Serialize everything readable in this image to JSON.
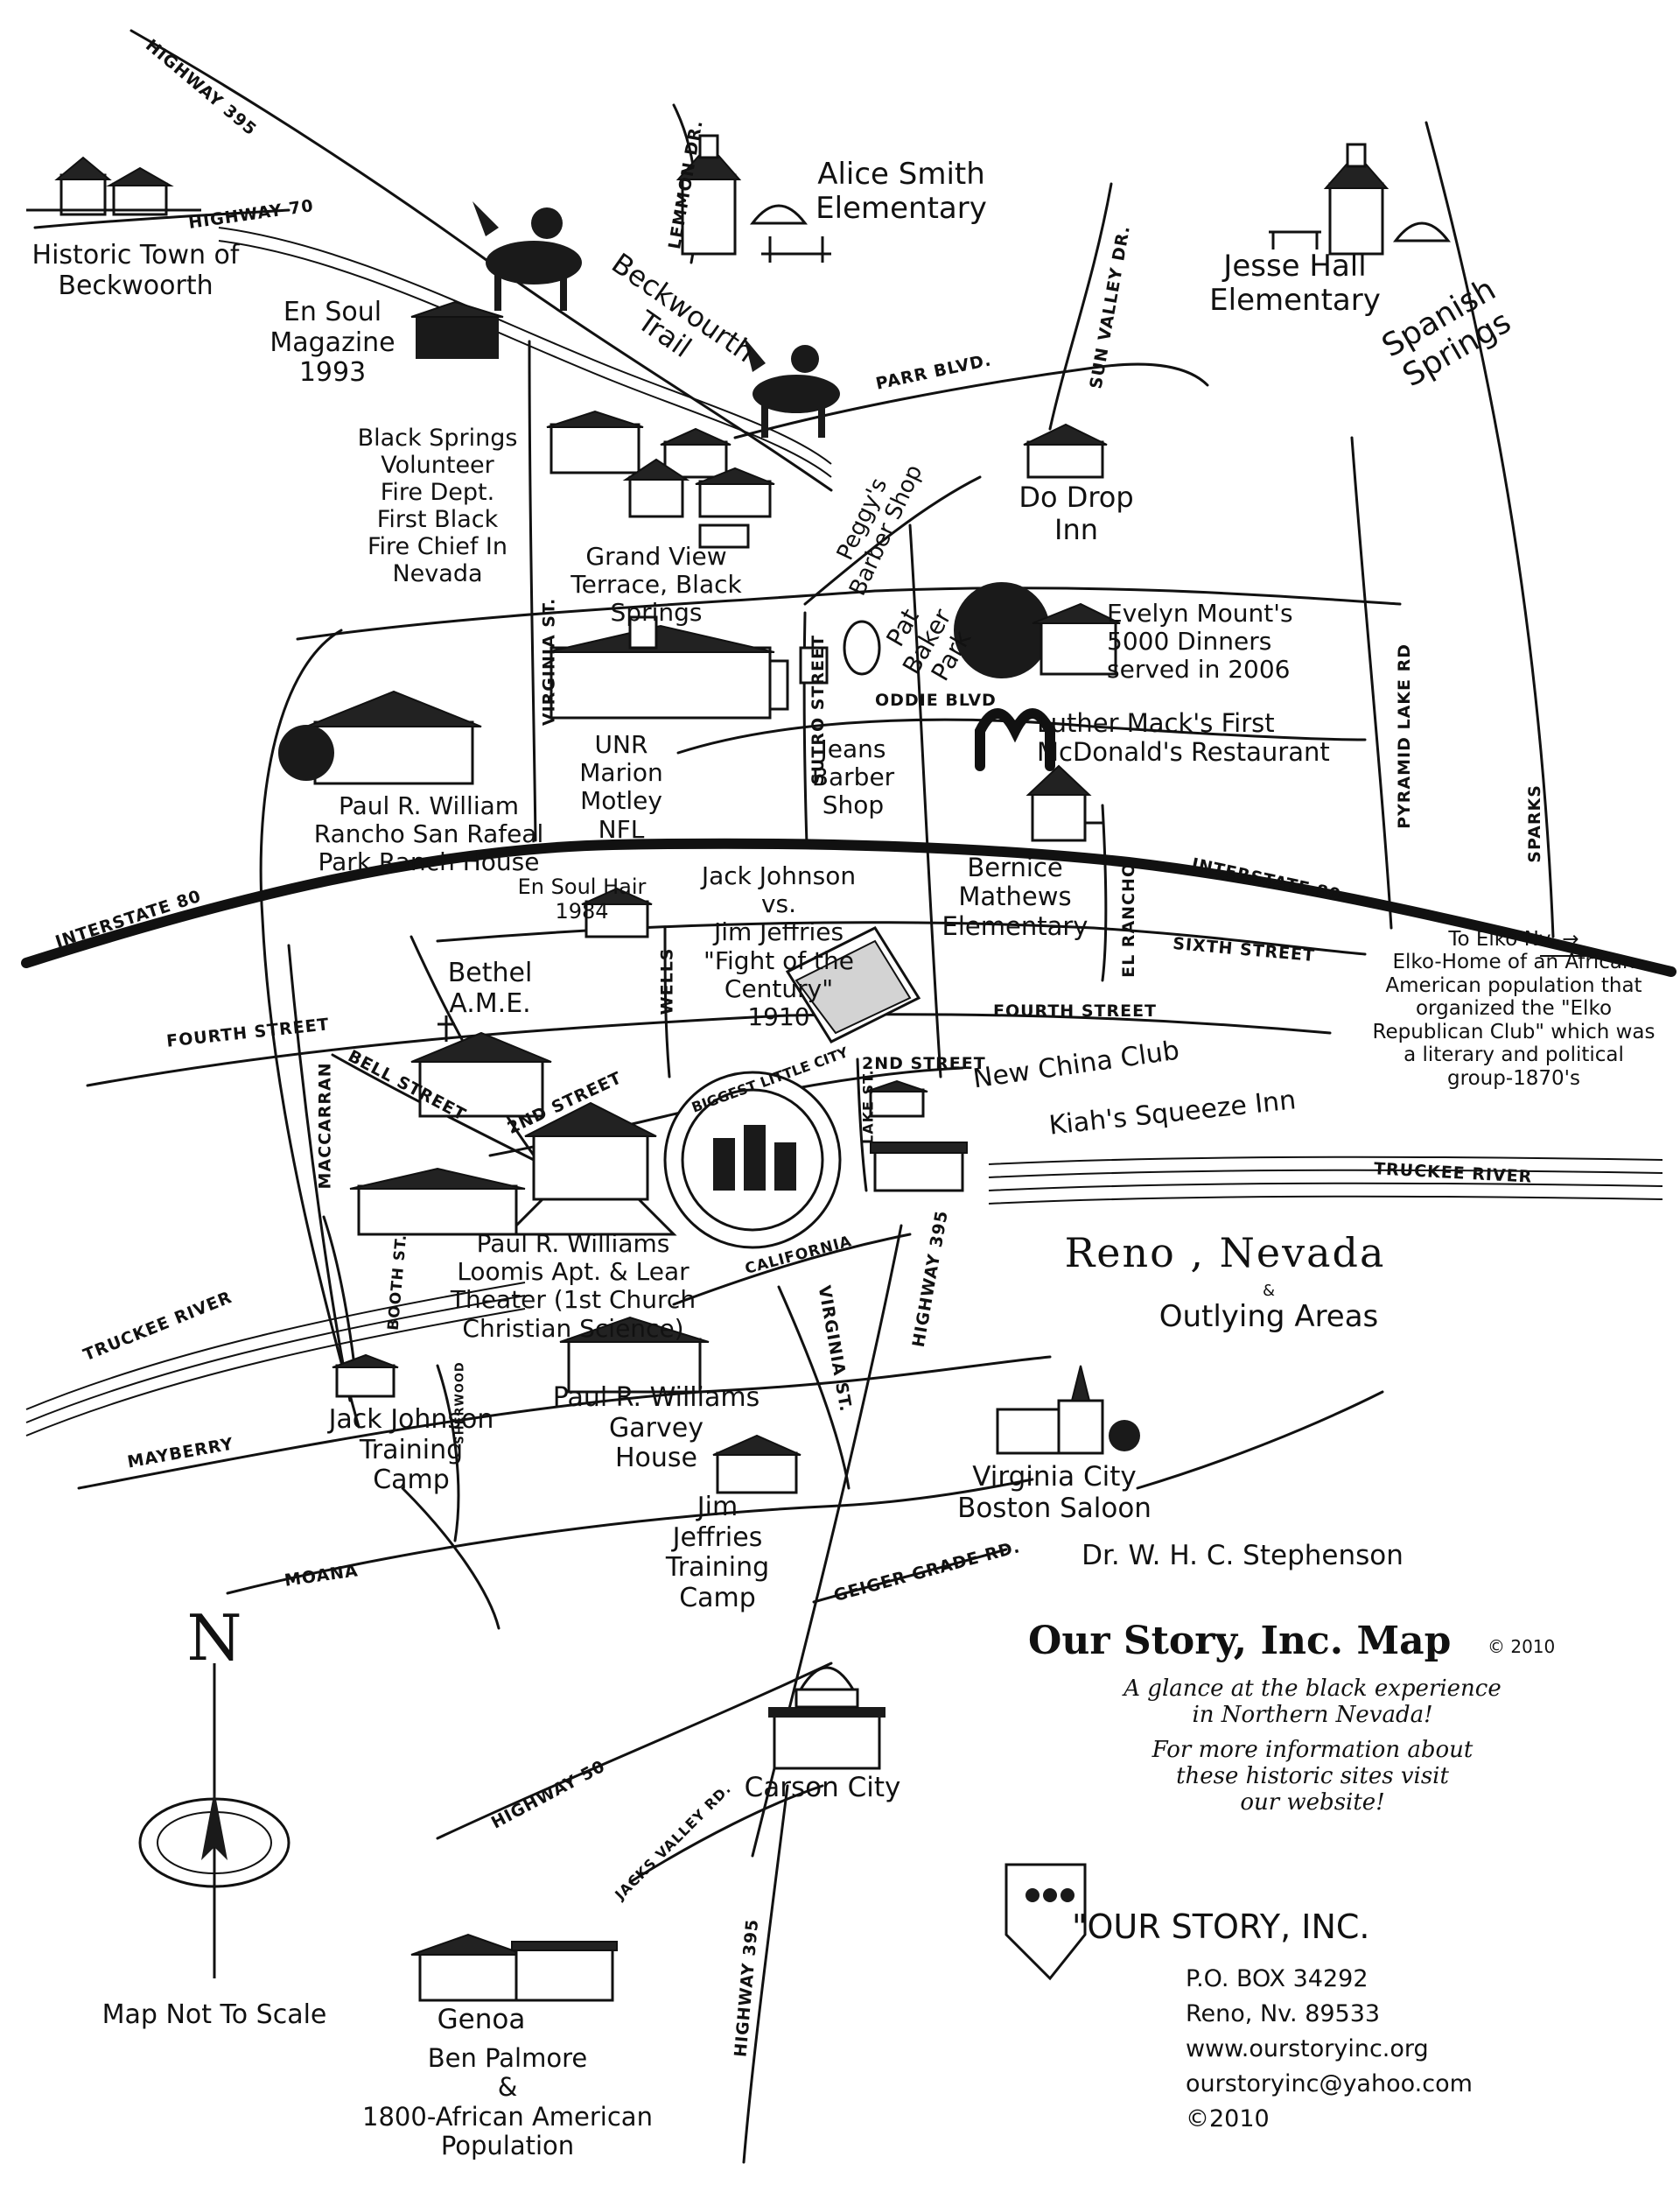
{
  "title": {
    "heading": "Reno , Nevada",
    "amp": "&",
    "subheading": "Outlying Areas"
  },
  "legend": {
    "map_title": "Our Story, Inc. Map",
    "copyright_year": "© 2010",
    "tagline": "A glance at the black experience\nin Northern Nevada!",
    "more_info": "For more information about\nthese historic sites visit\nour website!",
    "north_letter": "N",
    "scale_note": "Map Not To Scale"
  },
  "contact": {
    "org": "\"OUR STORY, INC.",
    "lines": [
      "P.O. BOX 34292",
      "Reno, Nv. 89533",
      "www.ourstoryinc.org",
      "ourstoryinc@yahoo.com",
      "©2010"
    ]
  },
  "places": {
    "beckwourth": "Historic Town of\nBeckwoorth",
    "ensoul_mag": "En Soul\nMagazine\n1993",
    "alice_smith": "Alice Smith\nElementary",
    "jesse_hall": "Jesse Hall\nElementary",
    "spanish_springs": "Spanish\nSprings",
    "beckwourth_trail": "Beckwourth\nTrail",
    "black_springs_fire": "Black Springs\nVolunteer\nFire Dept.\nFirst Black\nFire Chief In\nNevada",
    "grand_view": "Grand View\nTerrace, Black\nSprings",
    "do_drop": "Do Drop\nInn",
    "peggys": "Peggy's\nBarber Shop",
    "pat_baker": "Pat\nBaker\nPark",
    "evelyn": "Evelyn Mount's\n5000 Dinners\nserved in 2006",
    "luther": "Luther Mack's First\nMcDonald's Restaurant",
    "unr": "UNR\nMarion\nMotley\nNFL",
    "jeans": "Jeans\nBarber\nShop",
    "rancho": "Paul R. William\nRancho San Rafeal\nPark Ranch House",
    "ensoul_hair": "En Soul Hair\n1984",
    "fight": "Jack Johnson\nvs.\nJim Jeffries\n\"Fight of the\nCentury\"\n1910",
    "bernice": "Bernice\nMathews\nElementary",
    "elko": "To Elko Nv. →\nElko-Home of an African\nAmerican population that\norganized the \"Elko\nRepublican Club\" which was\na literary and political\ngroup-1870's",
    "bethel": "Bethel\nA.M.E.",
    "new_china": "New China Club",
    "kiahs": "Kiah's Squeeze Inn",
    "biggest_little": "BIGGEST LITTLE CITY",
    "loomis": "Paul R. Williams\nLoomis Apt. & Lear\nTheater (1st Church Christian Science)",
    "jj_camp": "Jack Johnson\nTraining\nCamp",
    "garvey": "Paul R. Williams\nGarvey\nHouse",
    "virginia_city": "Virginia City\nBoston Saloon",
    "stephenson": "Dr. W. H. C. Stephenson",
    "jeffries_camp": "Jim\nJeffries\nTraining\nCamp",
    "carson": "Carson City",
    "genoa": "Genoa",
    "palmore": "Ben Palmore\n&\n1800-African American\nPopulation"
  },
  "streets": {
    "hwy395_top": "HIGHWAY 395",
    "hwy70": "HIGHWAY 70",
    "lemmon": "LEMMON DR.",
    "parr": "PARR BLVD.",
    "sun_valley": "SUN VALLEY DR.",
    "virginia_st_n": "VIRGINIA ST.",
    "sutro": "SUTRO STREET",
    "oddie": "ODDIE BLVD",
    "pyramid": "PYRAMID LAKE RD",
    "sparks": "SPARKS",
    "i80_w": "INTERSTATE 80",
    "i80_e": "INTERSTATE 80",
    "el_rancho": "EL RANCHO",
    "sixth": "SIXTH STREET",
    "wells": "WELLS",
    "fourth_w": "FOURTH STREET",
    "fourth_e": "FOURTH STREET",
    "bell": "BELL STREET",
    "second_w": "2ND STREET",
    "second_e": "2ND STREET",
    "lake": "LAKE ST.",
    "truckee_e": "TRUCKEE RIVER",
    "truckee_w": "TRUCKEE RIVER",
    "maccarran": "MACCARRAN",
    "booth": "BOOTH ST.",
    "california": "CALIFORNIA",
    "virginia_st_s": "VIRGINIA ST.",
    "hwy395_mid": "HIGHWAY 395",
    "sherwood": "SHERWOOD",
    "mayberry": "MAYBERRY",
    "moana": "MOANA",
    "geiger": "GEIGER GRADE RD.",
    "hwy50": "HIGHWAY 50",
    "jacks_valley": "JACKS VALLEY RD.",
    "hwy395_s": "HIGHWAY 395"
  }
}
